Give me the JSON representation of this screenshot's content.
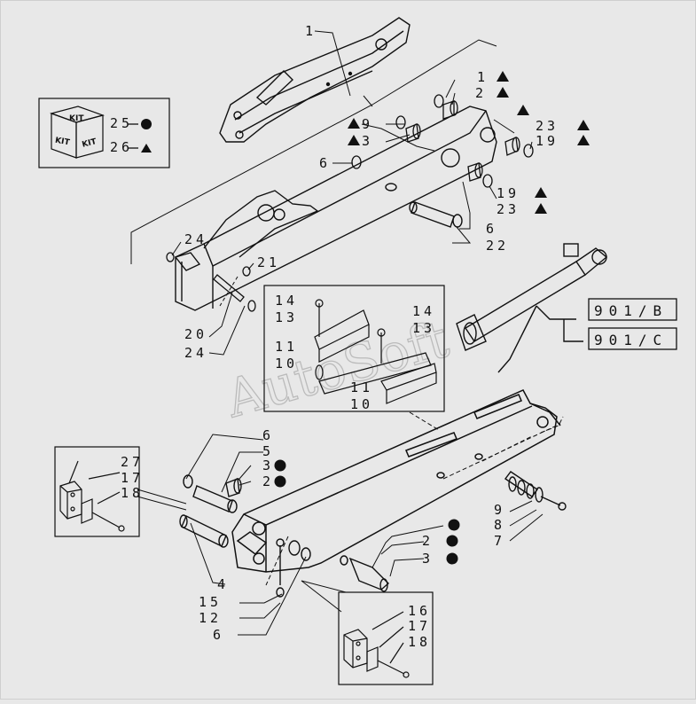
{
  "diagram": {
    "watermark": "AutoSoft",
    "kit": {
      "label": "KIT",
      "items": [
        {
          "number": "25",
          "symbol": "circle"
        },
        {
          "number": "26",
          "symbol": "triangle"
        }
      ]
    },
    "references": [
      "901/B",
      "901/C"
    ],
    "callouts": [
      {
        "id": "c1",
        "text": "1",
        "symbol": ""
      },
      {
        "id": "c2",
        "text": "1",
        "symbol": "triangle"
      },
      {
        "id": "c3",
        "text": "2",
        "symbol": "triangle"
      },
      {
        "id": "c4",
        "text": "",
        "symbol": "triangle"
      },
      {
        "id": "c5",
        "text": "23",
        "symbol": "triangle"
      },
      {
        "id": "c6",
        "text": "19",
        "symbol": "triangle"
      },
      {
        "id": "c7",
        "text": "9",
        "symbol": "triangle-before"
      },
      {
        "id": "c8",
        "text": "3",
        "symbol": "triangle-before"
      },
      {
        "id": "c9",
        "text": "6",
        "symbol": ""
      },
      {
        "id": "c10",
        "text": "19",
        "symbol": "triangle"
      },
      {
        "id": "c11",
        "text": "23",
        "symbol": "triangle"
      },
      {
        "id": "c12",
        "text": "6",
        "symbol": ""
      },
      {
        "id": "c13",
        "text": "22",
        "symbol": ""
      },
      {
        "id": "c14",
        "text": "24",
        "symbol": ""
      },
      {
        "id": "c15",
        "text": "21",
        "symbol": ""
      },
      {
        "id": "c16",
        "text": "20",
        "symbol": ""
      },
      {
        "id": "c17",
        "text": "24",
        "symbol": ""
      },
      {
        "id": "c18",
        "text": "14",
        "symbol": ""
      },
      {
        "id": "c19",
        "text": "13",
        "symbol": ""
      },
      {
        "id": "c20",
        "text": "14",
        "symbol": ""
      },
      {
        "id": "c21",
        "text": "13",
        "symbol": ""
      },
      {
        "id": "c22",
        "text": "11",
        "symbol": ""
      },
      {
        "id": "c23",
        "text": "10",
        "symbol": ""
      },
      {
        "id": "c24",
        "text": "11",
        "symbol": ""
      },
      {
        "id": "c25",
        "text": "10",
        "symbol": ""
      },
      {
        "id": "c26",
        "text": "6",
        "symbol": ""
      },
      {
        "id": "c27",
        "text": "5",
        "symbol": ""
      },
      {
        "id": "c28",
        "text": "3",
        "symbol": "circle"
      },
      {
        "id": "c29",
        "text": "2",
        "symbol": "circle"
      },
      {
        "id": "c30",
        "text": "27",
        "symbol": ""
      },
      {
        "id": "c31",
        "text": "17",
        "symbol": ""
      },
      {
        "id": "c32",
        "text": "18",
        "symbol": ""
      },
      {
        "id": "c33",
        "text": "",
        "symbol": "circle"
      },
      {
        "id": "c34",
        "text": "2",
        "symbol": "circle"
      },
      {
        "id": "c35",
        "text": "3",
        "symbol": "circle"
      },
      {
        "id": "c36",
        "text": "9",
        "symbol": ""
      },
      {
        "id": "c37",
        "text": "8",
        "symbol": ""
      },
      {
        "id": "c38",
        "text": "7",
        "symbol": ""
      },
      {
        "id": "c39",
        "text": "4",
        "symbol": ""
      },
      {
        "id": "c40",
        "text": "15",
        "symbol": ""
      },
      {
        "id": "c41",
        "text": "12",
        "symbol": ""
      },
      {
        "id": "c42",
        "text": "6",
        "symbol": ""
      },
      {
        "id": "c43",
        "text": "16",
        "symbol": ""
      },
      {
        "id": "c44",
        "text": "17",
        "symbol": ""
      },
      {
        "id": "c45",
        "text": "18",
        "symbol": ""
      }
    ]
  }
}
